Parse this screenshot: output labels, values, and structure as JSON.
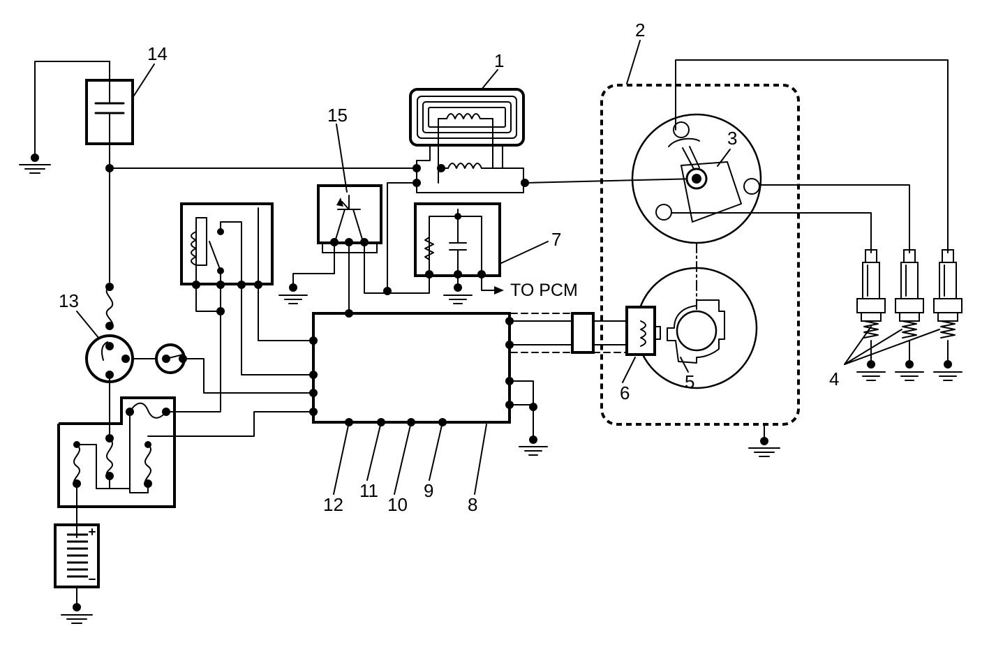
{
  "diagram": {
    "callouts": {
      "c1": "1",
      "c2": "2",
      "c3": "3",
      "c4": "4",
      "c5": "5",
      "c6": "6",
      "c7": "7",
      "c8": "8",
      "c9": "9",
      "c10": "10",
      "c11": "11",
      "c12": "12",
      "c13": "13",
      "c14": "14",
      "c15": "15"
    },
    "to_pcm": "TO PCM"
  }
}
